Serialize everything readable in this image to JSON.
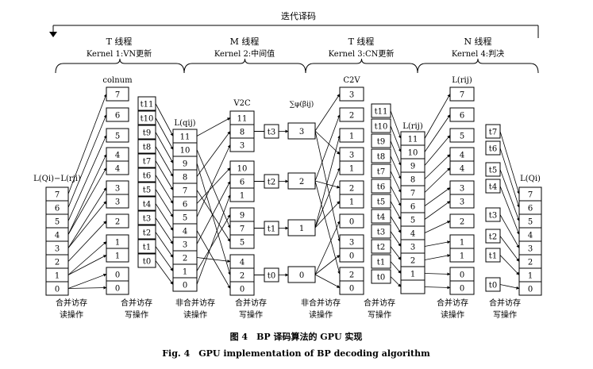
{
  "top_label": "迭代译码",
  "stages": [
    {
      "thread": "T 线程",
      "kernel": "Kernel 1:VN更新"
    },
    {
      "thread": "M 线程",
      "kernel": "Kernel 2:中间值"
    },
    {
      "thread": "T 线程",
      "kernel": "Kernel 3:CN更新"
    },
    {
      "thread": "N 线程",
      "kernel": "Kernel 4:判决"
    }
  ],
  "column_labels": {
    "input": "L(Qi)−L(rji)",
    "colnum": "colnum",
    "lq": "L(qij)",
    "v2c": "V2C",
    "sum_phi": "∑φ(βij)",
    "c2v": "C2V",
    "lr1": "L(rij)",
    "lr2": "L(rij)",
    "output": "L(Qi)"
  },
  "columns": {
    "input": [
      "7",
      "6",
      "5",
      "4",
      "3",
      "2",
      "1",
      "0"
    ],
    "colnum": [
      "7",
      "6",
      "5",
      "4",
      "4",
      "3",
      "3",
      "2",
      "1",
      "1",
      "0",
      "0"
    ],
    "colnum_threads": [
      "t11",
      "t10",
      "t9",
      "t8",
      "t7",
      "t6",
      "t5",
      "t4",
      "t3",
      "t2",
      "t1",
      "t0"
    ],
    "lq": [
      "11",
      "10",
      "9",
      "8",
      "7",
      "6",
      "5",
      "4",
      "3",
      "2",
      "1",
      "0"
    ],
    "v2c": [
      "11",
      "8",
      "3",
      "10",
      "6",
      "1",
      "9",
      "7",
      "5",
      "4",
      "2",
      "0"
    ],
    "v2c_threads": [
      "t3",
      "t2",
      "t1",
      "t0"
    ],
    "sum_phi": [
      "3",
      "2",
      "1",
      "0"
    ],
    "c2v": [
      "3",
      "2",
      "1",
      "3",
      "1",
      "2",
      "1",
      "0",
      "3",
      "0",
      "2",
      "0"
    ],
    "c2v_threads": [
      "t11",
      "t10",
      "t9",
      "t8",
      "t7",
      "t6",
      "t5",
      "t4",
      "t3",
      "t2",
      "t1",
      "t0"
    ],
    "lr": [
      "11",
      "10",
      "9",
      "8",
      "7",
      "6",
      "5",
      "4",
      "3",
      "2",
      "1",
      ""
    ],
    "lr2": [
      "7",
      "6",
      "5",
      "4",
      "4",
      "3",
      "3",
      "2",
      "1",
      "1",
      "0",
      "0"
    ],
    "lr2_threads": [
      "t7",
      "t6",
      "t5",
      "t4",
      "t3",
      "t2",
      "t1",
      "t0"
    ],
    "output": [
      "7",
      "6",
      "5",
      "4",
      "3",
      "2",
      "1",
      "0"
    ]
  },
  "bottom_labels": [
    "合并访存\n读操作",
    "合并访存\n写操作",
    "非合并访存\n读操作",
    "合并访存\n写操作",
    "非合并访存\n读操作",
    "合并访存\n写操作",
    "合并访存\n读操作",
    "合并访存\n写操作"
  ],
  "caption_cn": "图 4　BP 译码算法的 GPU 实现",
  "caption_en": "Fig. 4　GPU implementation of BP decoding algorithm"
}
